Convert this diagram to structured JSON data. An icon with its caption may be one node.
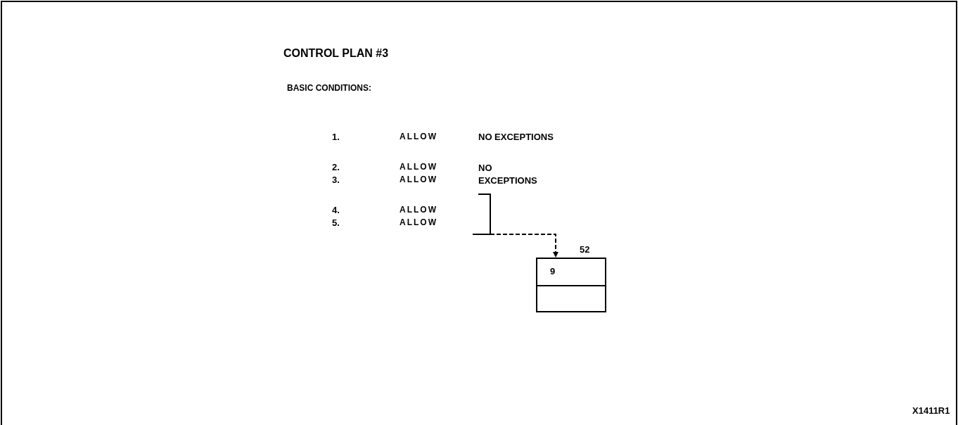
{
  "diagram": {
    "title": "CONTROL PLAN #3",
    "nodes": [
      {
        "text": [],
        "shape": "bracket"
      },
      {
        "text": [
          "9"
        ],
        "beside": [
          "52"
        ]
      },
      {
        "text": [],
        "shape": "box"
      }
    ],
    "edges": [
      {
        "from": 0,
        "to": 1,
        "arrow": "to",
        "style": "dashed"
      }
    ],
    "labels": [
      "BASIC CONDITIONS:",
      "1.",
      "ALLOW",
      "NO EXCEPTIONS",
      "2.",
      "ALLOW",
      "NO",
      "3.",
      "ALLOW",
      "EXCEPTIONS",
      "4.",
      "ALLOW",
      "5.",
      "ALLOW",
      "X1411R1"
    ]
  }
}
